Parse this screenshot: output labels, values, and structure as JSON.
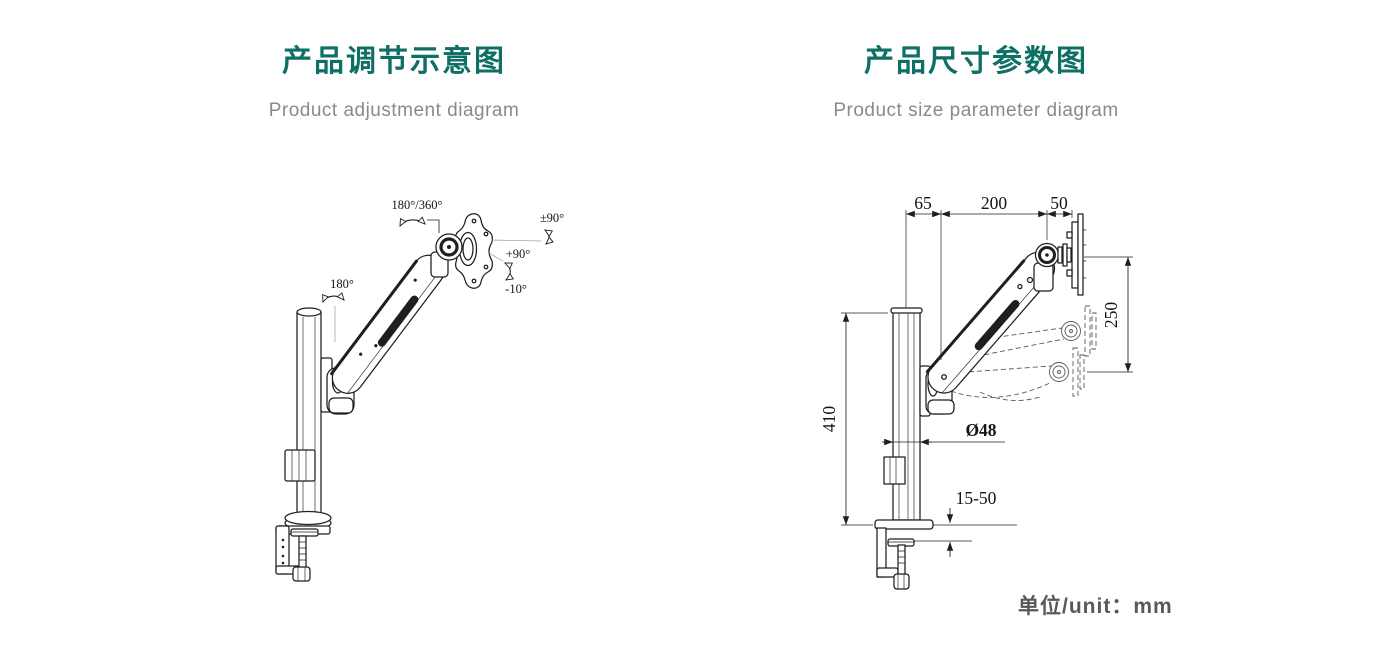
{
  "left_panel": {
    "title": "产品调节示意图",
    "subtitle": "Product adjustment diagram",
    "angles": {
      "head_swivel": "180°/360°",
      "screen_rotation": "±90°",
      "tilt_up": "+90°",
      "tilt_down": "-10°",
      "arm_swivel": "180°"
    }
  },
  "right_panel": {
    "title": "产品尺寸参数图",
    "subtitle": "Product size parameter diagram",
    "dimensions": {
      "pole_to_elbow": "65",
      "arm_length": "200",
      "head_depth": "50",
      "lift_range": "250",
      "pole_height": "410",
      "pole_diameter": "Ø48",
      "desk_clamp_range": "15-50"
    },
    "unit_note": "单位/unit：mm"
  },
  "colors": {
    "title_teal": "#0e6f65",
    "subtitle_gray": "#8a8a8a",
    "line_art": "#1f1f1f",
    "unit_text_gray": "#57585a",
    "background": "#ffffff"
  }
}
